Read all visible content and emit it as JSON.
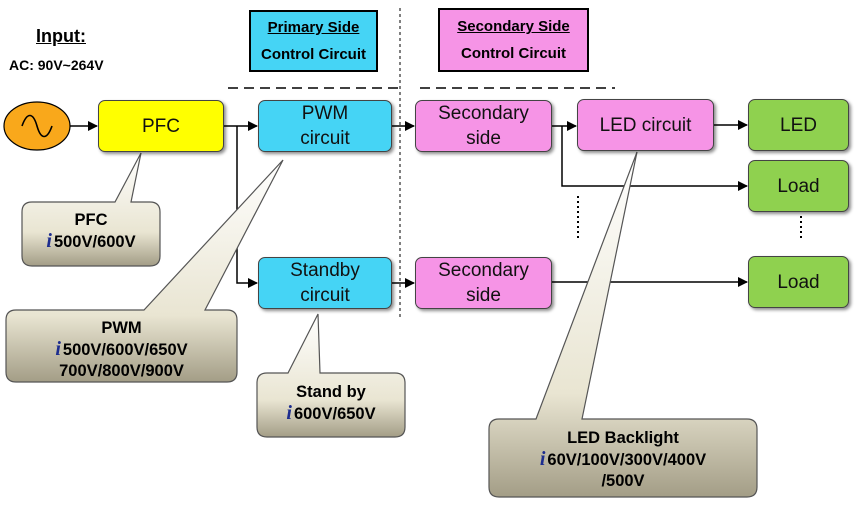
{
  "input": {
    "title": "Input:",
    "voltage": "AC: 90V~264V"
  },
  "headers": {
    "primary": {
      "line1": "Primary Side",
      "line2": "Control Circuit",
      "color": "#45d4f5"
    },
    "secondary": {
      "line1": "Secondary Side",
      "line2": "Control Circuit",
      "color": "#f694e6"
    }
  },
  "blocks": {
    "pfc": "PFC",
    "pwm_line1": "PWM",
    "pwm_line2": "circuit",
    "standby_line1": "Standby",
    "standby_line2": "circuit",
    "secondary_top_line1": "Secondary",
    "secondary_top_line2": "side",
    "secondary_bottom_line1": "Secondary",
    "secondary_bottom_line2": "side",
    "led_circuit": "LED circuit",
    "led": "LED",
    "load_top": "Load",
    "load_bottom": "Load"
  },
  "callouts": {
    "pfc": {
      "title": "PFC",
      "line1": "500V/600V"
    },
    "pwm": {
      "title": "PWM",
      "line1": "500V/600V/650V",
      "line2": "700V/800V/900V"
    },
    "standby": {
      "title": "Stand by",
      "line1": "600V/650V"
    },
    "led_backlight": {
      "title": "LED Backlight",
      "line1": "60V/100V/300V/400V",
      "line2": "/500V"
    }
  },
  "badge": "i",
  "colors": {
    "pfc": "#ffff00",
    "primary": "#45d4f5",
    "secondary": "#f694e6",
    "output": "#8fd14f",
    "ac_source": "#f9a81b",
    "callout": "#ece8d7"
  }
}
